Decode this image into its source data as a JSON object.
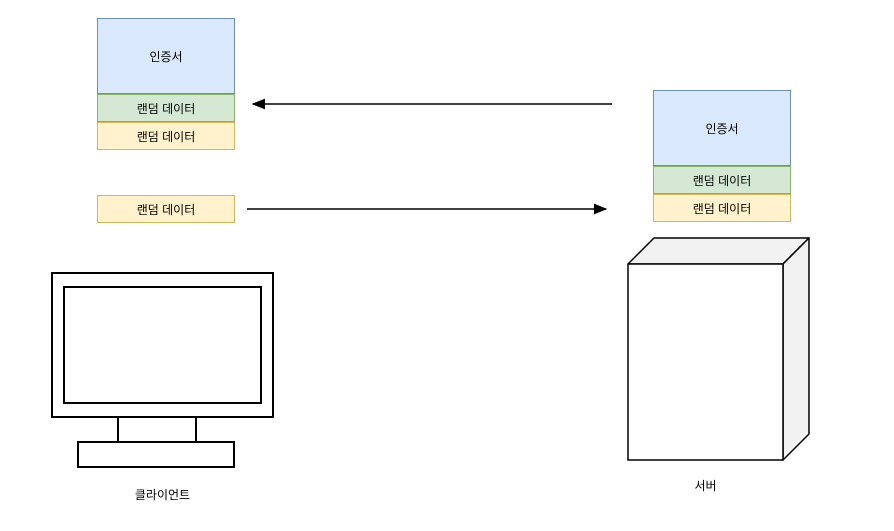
{
  "boxes": {
    "client_stack": {
      "certificate": "인증서",
      "random_data_green": "랜덤 데이터",
      "random_data_yellow": "랜덤 데이터"
    },
    "client_random": "랜덤 데이터",
    "server_stack": {
      "certificate": "인증서",
      "random_data_green": "랜덤 데이터",
      "random_data_yellow": "랜덤 데이터"
    }
  },
  "captions": {
    "client": "클라이언트",
    "server": "서버"
  },
  "colors": {
    "certificate_fill": "#dae8fc",
    "certificate_stroke": "#6c8ebf",
    "green_fill": "#d5e8d4",
    "green_stroke": "#82b366",
    "yellow_fill": "#fff2cc",
    "yellow_stroke": "#d6b656",
    "server_shade_fill": "#f2f2f2",
    "server_front_fill": "#ffffff",
    "line_color": "#000000"
  }
}
